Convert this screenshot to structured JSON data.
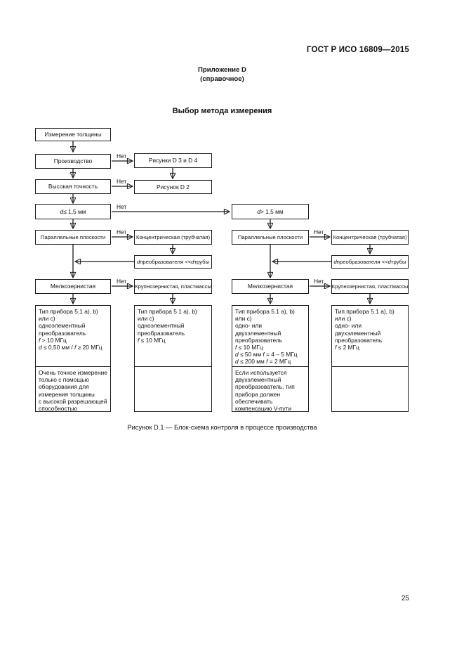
{
  "doc_header": "ГОСТ Р ИСО 16809—2015",
  "appendix": {
    "title": "Приложение D",
    "subtitle": "(справочное)"
  },
  "section_title": "Выбор метода измерения",
  "labels": {
    "no": "Нет"
  },
  "flowchart": {
    "nodes": {
      "measure": "Измерение толщины",
      "production": "Производство",
      "figures_d3_d4": "Рисунки D 3 и D 4",
      "high_accuracy": "Высокая точность",
      "figure_d2": "Рисунок D 2",
      "d_le_1_5mm": "d ≤ 1,5 мм",
      "d_gt_1_5mm": "d > 1,5 мм",
      "parallel_planes": "Параллельные плоскости",
      "concentric_tubular": "Концентрическая (трубчатая)",
      "transducer_dia": "d преобразователя << d трубы",
      "fine_grained": "Мелкозернистая",
      "coarse_grained": "Крупнозернистая, пластмассы"
    },
    "detail_boxes": [
      {
        "top": [
          "Тип прибора 5.1 a), b)",
          "или c)",
          "одноэлементный",
          "преобразователь",
          "f > 10 МГц",
          "d ≤ 0,50 мм / f ≥ 20 МГц"
        ],
        "bottom": [
          "Очень точное измерение",
          "только с помощью",
          "оборудования для",
          "измерения толщины",
          "с высокой разрешающей",
          "способностью"
        ]
      },
      {
        "top": [
          "Тип прибора 5 1 a), b)",
          "или c)",
          "одноэлементный",
          "преобразователь",
          "f ≤ 10 МГц"
        ],
        "bottom": []
      },
      {
        "top": [
          "Тип прибора 5.1 a), b)",
          "или c)",
          "одно- или",
          "двухэлементный",
          "преобразователь",
          "f ≤ 10 МГц",
          "d ≤ 50 мм f = 4 – 5 МГц",
          "d ≤ 200 мм f = 2 МГц"
        ],
        "bottom": [
          "Если используется",
          "двухэлементный",
          "преобразователь, тип",
          "прибора должен",
          "обеспечивать",
          "компенсацию V-пути"
        ]
      },
      {
        "top": [
          "Тип прибора 5.1 a), b)",
          "или c)",
          "одно- или",
          "двухэлементный",
          "преобразователь",
          "f ≤ 2 МГц"
        ],
        "bottom": []
      }
    ]
  },
  "caption": "Рисунок D.1 — Блок-схема контроля в процессе производства",
  "page_number": "25"
}
